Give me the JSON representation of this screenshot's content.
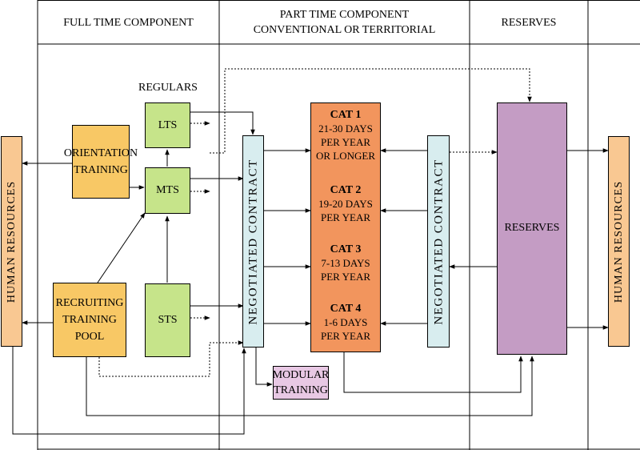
{
  "headers": {
    "full_time": "FULL TIME COMPONENT",
    "part_time_line1": "PART TIME COMPONENT",
    "part_time_line2": "CONVENTIONAL OR TERRITORIAL",
    "reserves": "RESERVES"
  },
  "labels": {
    "regulars": "REGULARS",
    "human_resources_left": "HUMAN RESOURCES",
    "human_resources_right": "HUMAN RESOURCES",
    "orientation_training": "ORIENTATION TRAINING",
    "recruiting_training_pool": "RECRUITING TRAINING POOL",
    "lts": "LTS",
    "mts": "MTS",
    "sts": "STS",
    "negotiated_contract_left": "NEGOTIATED CONTRACT",
    "negotiated_contract_right": "NEGOTIATED CONTRACT",
    "modular_training": "MODULAR TRAINING",
    "reserves_box": "RESERVES"
  },
  "categories": [
    {
      "title": "CAT 1",
      "line1": "21-30 DAYS",
      "line2": "PER YEAR",
      "line3": "OR LONGER"
    },
    {
      "title": "CAT 2",
      "line1": "19-20 DAYS",
      "line2": "PER YEAR"
    },
    {
      "title": "CAT 3",
      "line1": "7-13 DAYS",
      "line2": "PER YEAR"
    },
    {
      "title": "CAT 4",
      "line1": "1-6 DAYS",
      "line2": "PER YEAR"
    }
  ],
  "colors": {
    "human_resources": "#F9C892",
    "orientation": "#F8C865",
    "green": "#C6E48A",
    "contract": "#D8EDEF",
    "cat": "#F2955D",
    "reserves": "#C49CC4",
    "modular": "#E8C8E4"
  }
}
